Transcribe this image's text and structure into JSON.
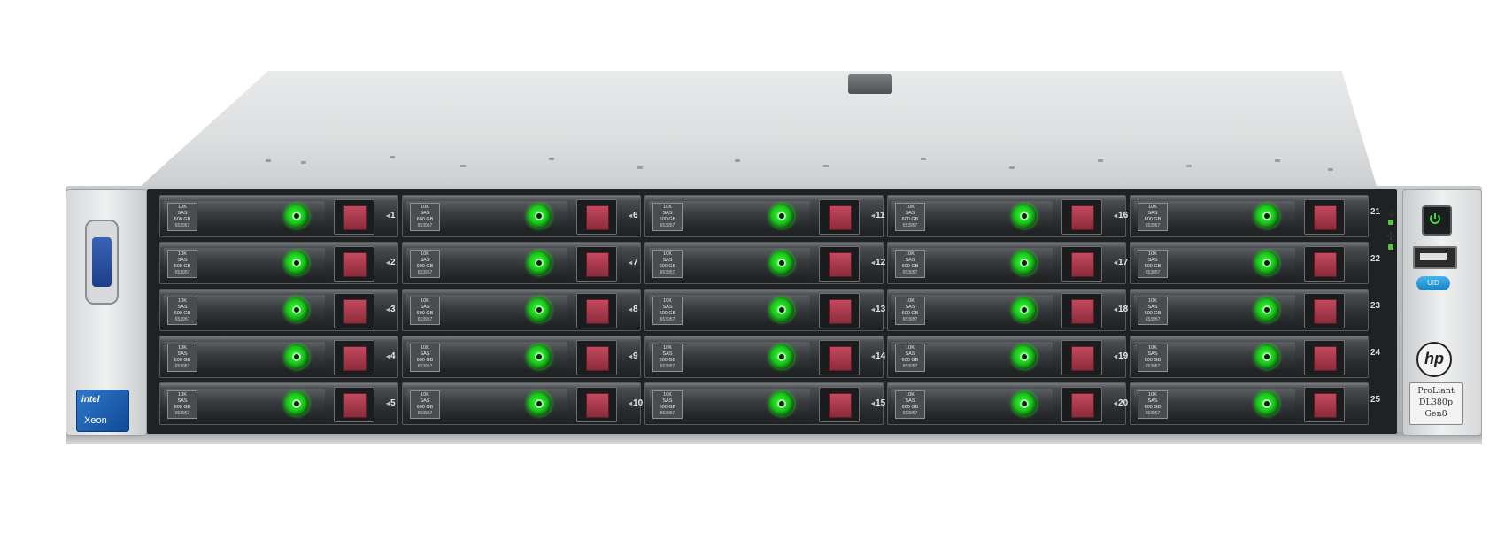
{
  "server": {
    "brand_logo": "hp",
    "model_lines": [
      "ProLiant",
      "DL380p",
      "Gen8"
    ],
    "uid_label": "UID",
    "cpu_badge": {
      "brand": "intel",
      "product": "Xeon"
    },
    "icons": [
      "power-icon",
      "usb-port-icon",
      "uid-icon",
      "health-icon",
      "network-icon",
      "vga-port-icon"
    ],
    "colors": {
      "drive_led": "#22dd22",
      "release_latch": "#b33e52",
      "uid": "#2a9fdc",
      "chassis": "#b6b8ba"
    }
  },
  "drive_label": {
    "speed": "10K",
    "interface": "SAS",
    "capacity": "600 GB",
    "part_number": "653957"
  },
  "bay_numbers": [
    "1",
    "2",
    "3",
    "4",
    "5",
    "6",
    "7",
    "8",
    "9",
    "10",
    "11",
    "12",
    "13",
    "14",
    "15",
    "16",
    "17",
    "18",
    "19",
    "20",
    "21",
    "22",
    "23",
    "24",
    "25"
  ]
}
